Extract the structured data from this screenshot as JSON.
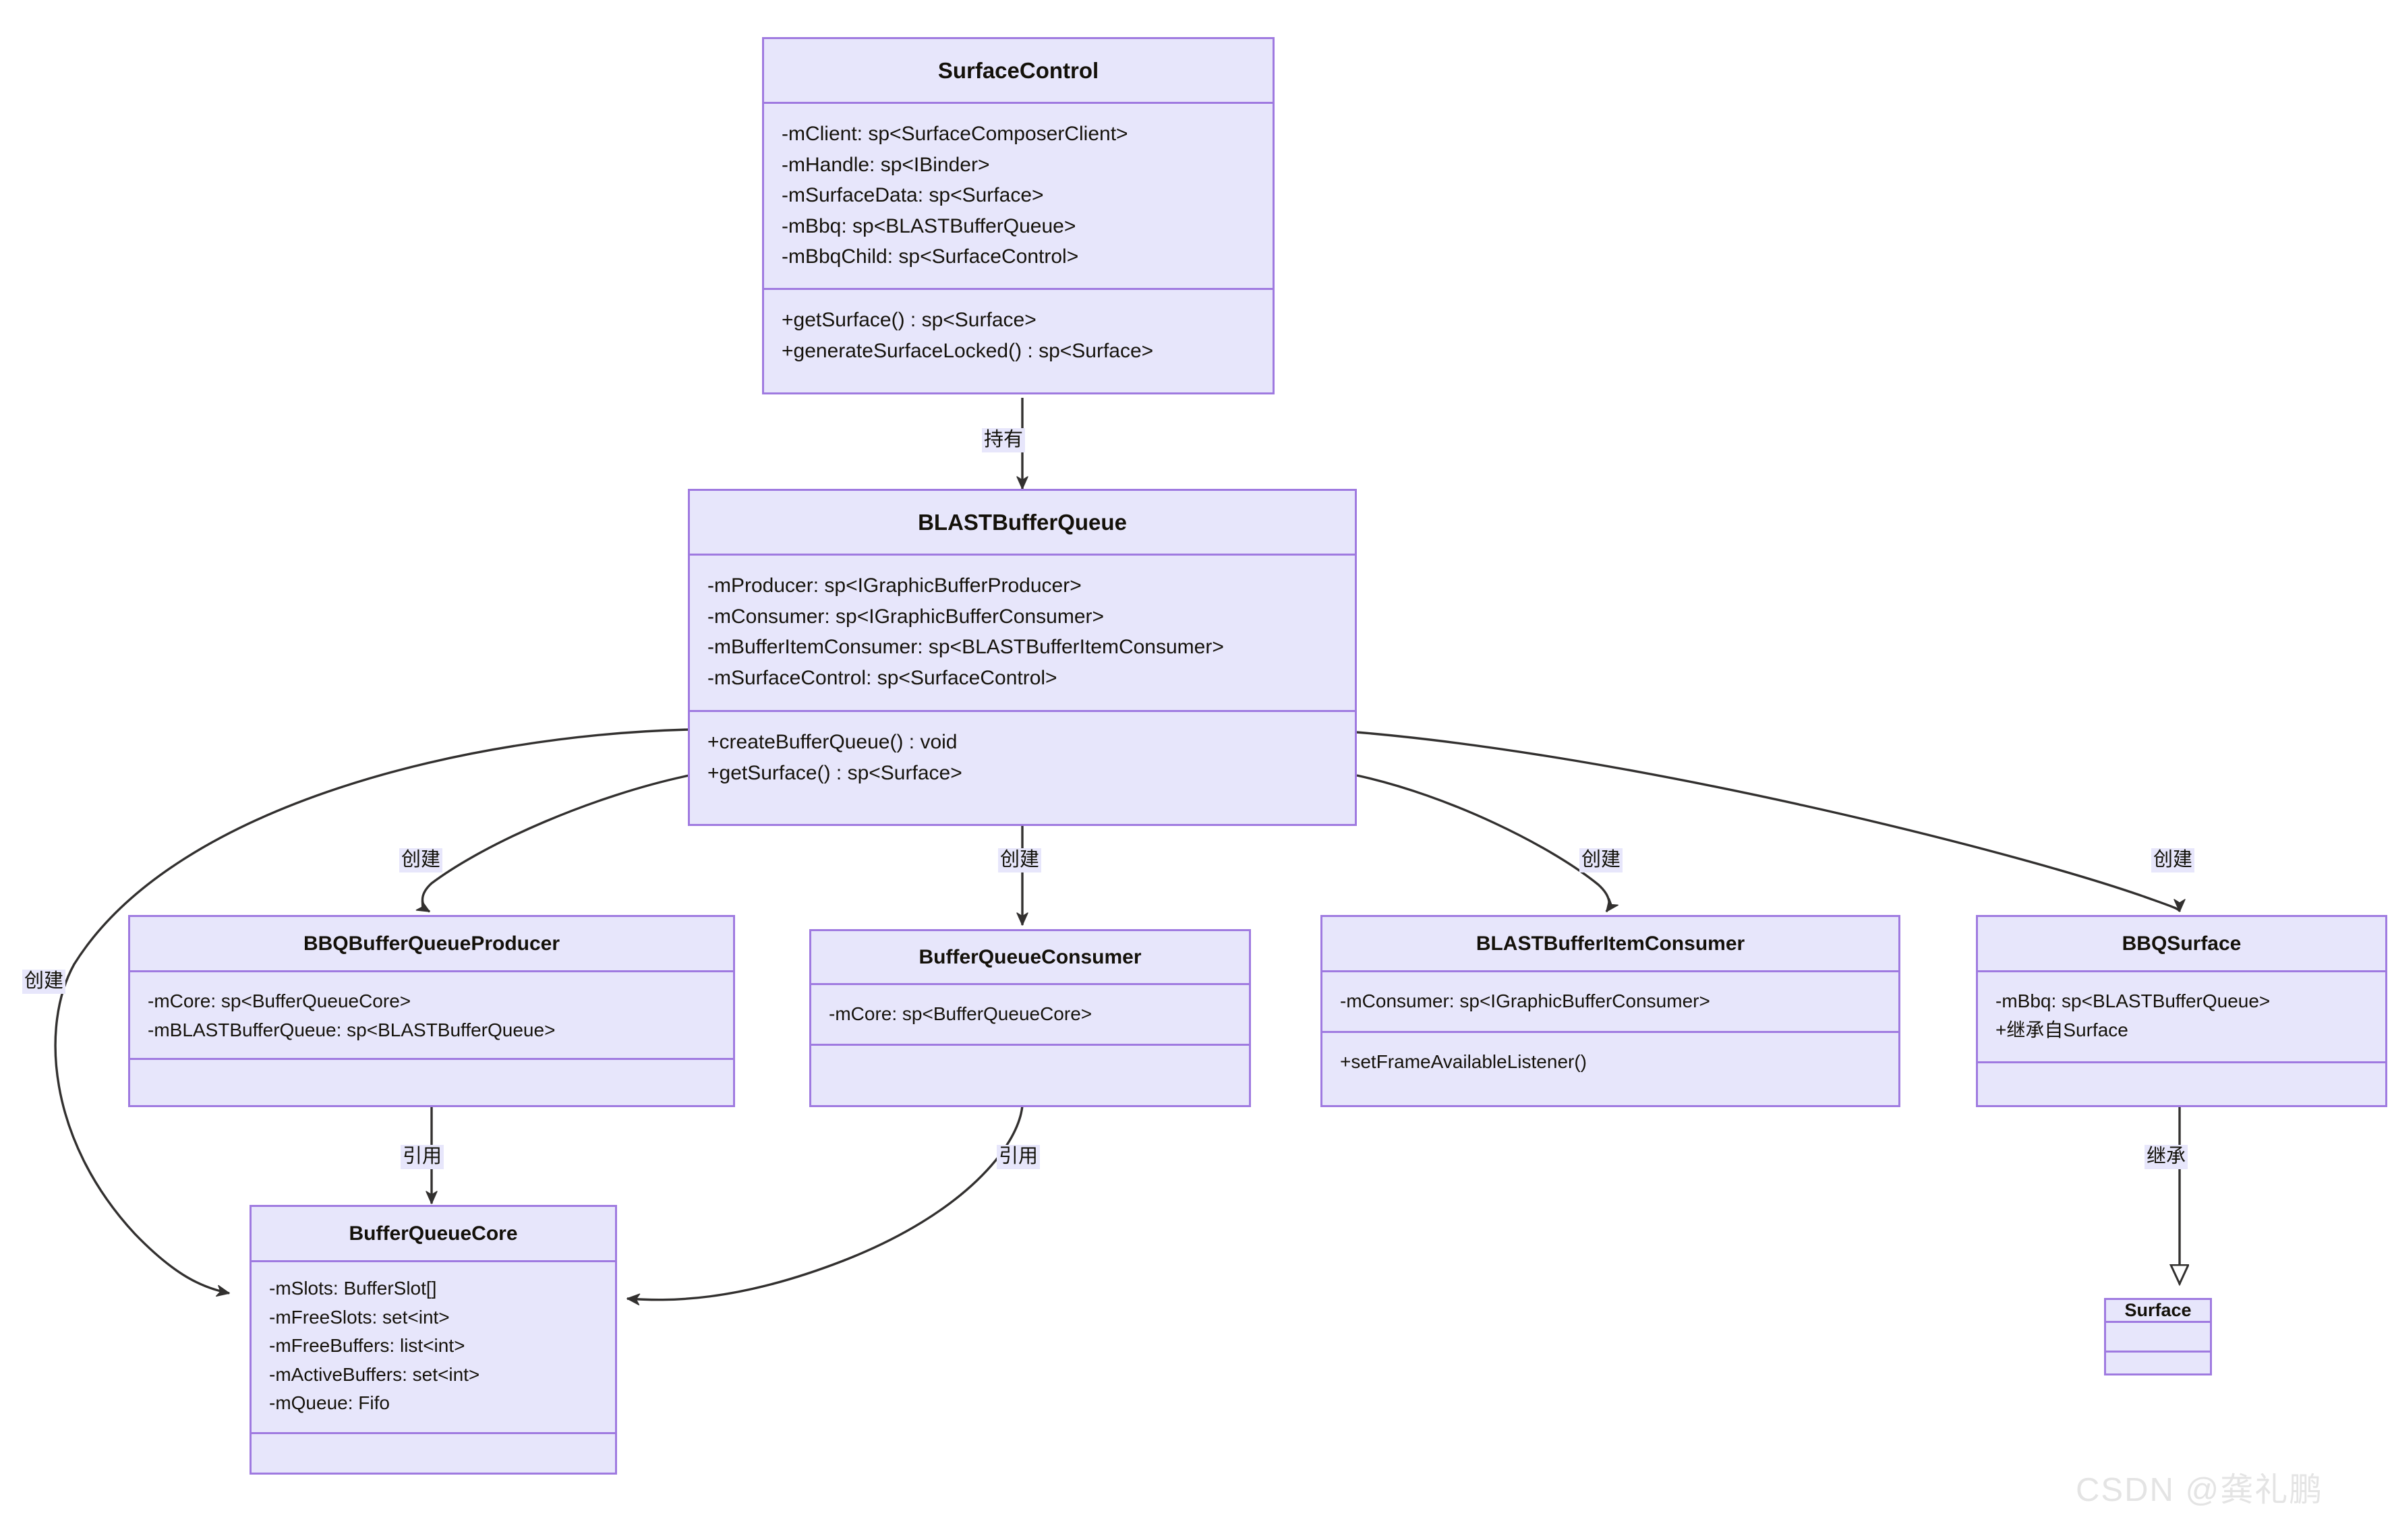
{
  "diagram": {
    "title": "Android BLASTBufferQueue class diagram",
    "colors": {
      "box_fill": "#e7e6fb",
      "box_border": "#9f7ae0",
      "edge_stroke": "#32302f",
      "label_bg": "#e7e6fb",
      "watermark": "#e4e4e4"
    }
  },
  "classes": {
    "surface_control": {
      "name": "SurfaceControl",
      "attributes": [
        "-mClient: sp<SurfaceComposerClient>",
        "-mHandle: sp<IBinder>",
        "-mSurfaceData: sp<Surface>",
        "-mBbq: sp<BLASTBufferQueue>",
        "-mBbqChild: sp<SurfaceControl>"
      ],
      "methods": [
        "+getSurface() : sp<Surface>",
        "+generateSurfaceLocked() : sp<Surface>"
      ]
    },
    "blast_buffer_queue": {
      "name": "BLASTBufferQueue",
      "attributes": [
        "-mProducer: sp<IGraphicBufferProducer>",
        "-mConsumer: sp<IGraphicBufferConsumer>",
        "-mBufferItemConsumer: sp<BLASTBufferItemConsumer>",
        "-mSurfaceControl: sp<SurfaceControl>"
      ],
      "methods": [
        "+createBufferQueue() : void",
        "+getSurface() : sp<Surface>"
      ]
    },
    "bbq_buffer_queue_producer": {
      "name": "BBQBufferQueueProducer",
      "attributes": [
        "-mCore: sp<BufferQueueCore>",
        "-mBLASTBufferQueue: sp<BLASTBufferQueue>"
      ],
      "methods": []
    },
    "buffer_queue_consumer": {
      "name": "BufferQueueConsumer",
      "attributes": [
        "-mCore: sp<BufferQueueCore>"
      ],
      "methods": []
    },
    "blast_buffer_item_consumer": {
      "name": "BLASTBufferItemConsumer",
      "attributes": [
        "-mConsumer: sp<IGraphicBufferConsumer>"
      ],
      "methods": [
        "+setFrameAvailableListener()"
      ]
    },
    "bbq_surface": {
      "name": "BBQSurface",
      "attributes": [
        "-mBbq: sp<BLASTBufferQueue>",
        "+继承自Surface"
      ],
      "methods": []
    },
    "buffer_queue_core": {
      "name": "BufferQueueCore",
      "attributes": [
        "-mSlots: BufferSlot[]",
        "-mFreeSlots: set<int>",
        "-mFreeBuffers: list<int>",
        "-mActiveBuffers: set<int>",
        "-mQueue: Fifo"
      ],
      "methods": []
    },
    "surface": {
      "name": "Surface",
      "attributes": [],
      "methods": []
    }
  },
  "edges": [
    {
      "id": "sc-to-bbq",
      "label": "持有",
      "from": "surface_control",
      "to": "blast_buffer_queue",
      "arrow": "open"
    },
    {
      "id": "bbq-to-core-left",
      "label": "创建",
      "from": "blast_buffer_queue",
      "to": "buffer_queue_core",
      "arrow": "open"
    },
    {
      "id": "bbq-to-producer",
      "label": "创建",
      "from": "blast_buffer_queue",
      "to": "bbq_buffer_queue_producer",
      "arrow": "open"
    },
    {
      "id": "bbq-to-consumer",
      "label": "创建",
      "from": "blast_buffer_queue",
      "to": "buffer_queue_consumer",
      "arrow": "open"
    },
    {
      "id": "bbq-to-item-consumer",
      "label": "创建",
      "from": "blast_buffer_queue",
      "to": "blast_buffer_item_consumer",
      "arrow": "open"
    },
    {
      "id": "bbq-to-bbqsurface",
      "label": "创建",
      "from": "blast_buffer_queue",
      "to": "bbq_surface",
      "arrow": "open"
    },
    {
      "id": "producer-to-core",
      "label": "引用",
      "from": "bbq_buffer_queue_producer",
      "to": "buffer_queue_core",
      "arrow": "open"
    },
    {
      "id": "consumer-to-core",
      "label": "引用",
      "from": "buffer_queue_consumer",
      "to": "buffer_queue_core",
      "arrow": "open"
    },
    {
      "id": "bbqsurface-to-surface",
      "label": "继承",
      "from": "bbq_surface",
      "to": "surface",
      "arrow": "hollow-triangle"
    }
  ],
  "watermark": {
    "text": "CSDN @龚礼鹏"
  }
}
